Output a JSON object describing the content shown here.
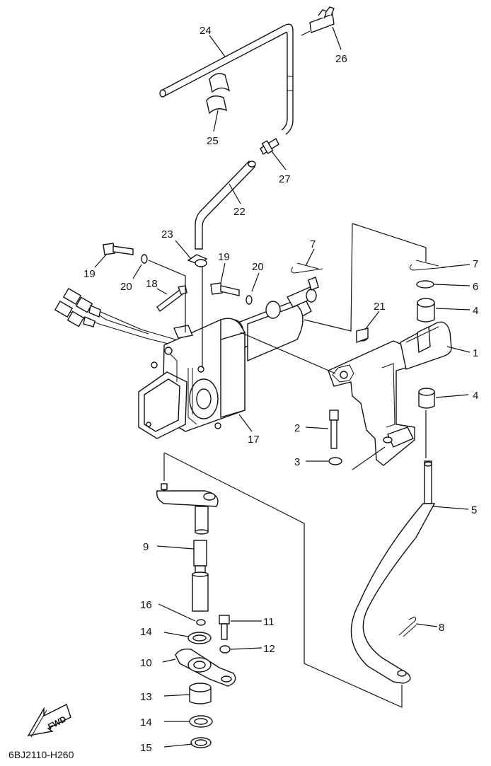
{
  "diagram": {
    "code": "6BJ2110-H260",
    "fwd_label": "FWD",
    "callouts": [
      "24",
      "26",
      "25",
      "27",
      "22",
      "23",
      "19",
      "20",
      "18",
      "19",
      "20",
      "7",
      "7",
      "6",
      "21",
      "4",
      "1",
      "17",
      "4",
      "2",
      "3",
      "5",
      "9",
      "16",
      "11",
      "14",
      "12",
      "10",
      "13",
      "14",
      "15",
      "8"
    ]
  }
}
